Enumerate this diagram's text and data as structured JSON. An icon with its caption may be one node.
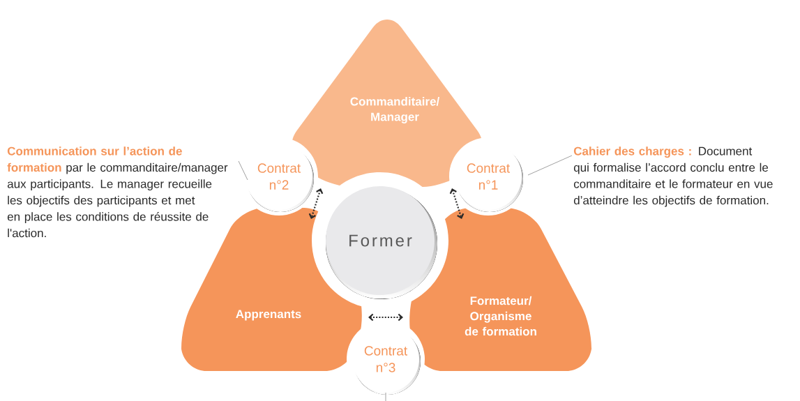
{
  "diagram": {
    "nodes": [
      {
        "text": [
          "Commanditaire/ Manager"
        ]
      },
      {
        "text": [
          "Apprenants"
        ]
      },
      {
        "text": [
          "Formateur/ Organisme de formation"
        ]
      },
      {
        "text": [
          "Former"
        ]
      },
      {
        "text": [
          "Contrat n°1"
        ]
      },
      {
        "text": [
          "Contrat n°2"
        ]
      },
      {
        "text": [
          "Contrat n°3"
        ]
      },
      {
        "text": [
          "Cahier des charges :",
          "Document qui formalise l’accord conclu entre le commanditaire et le formateur en vue d’atteindre les objectifs de formation."
        ]
      },
      {
        "text": [
          "Communication sur l’action de formation",
          "par le commanditaire/manager aux participants. Le manager recueille les objectifs des participants et met en place les conditions de réussite de l'action."
        ]
      }
    ],
    "edges": [
      {
        "from": 0,
        "to": 2,
        "arrow": "both",
        "style": "dashed"
      },
      {
        "from": 0,
        "to": 1,
        "arrow": "both",
        "style": "dashed"
      },
      {
        "from": 1,
        "to": 2,
        "arrow": "both",
        "style": "dashed"
      },
      {
        "from": 7,
        "to": 4,
        "arrow": "none",
        "color": "#888888"
      },
      {
        "from": 8,
        "to": 5,
        "arrow": "none",
        "color": "#888888"
      },
      {
        "from": 6,
        "to": null,
        "arrow": "none",
        "color": "#888888"
      }
    ]
  }
}
